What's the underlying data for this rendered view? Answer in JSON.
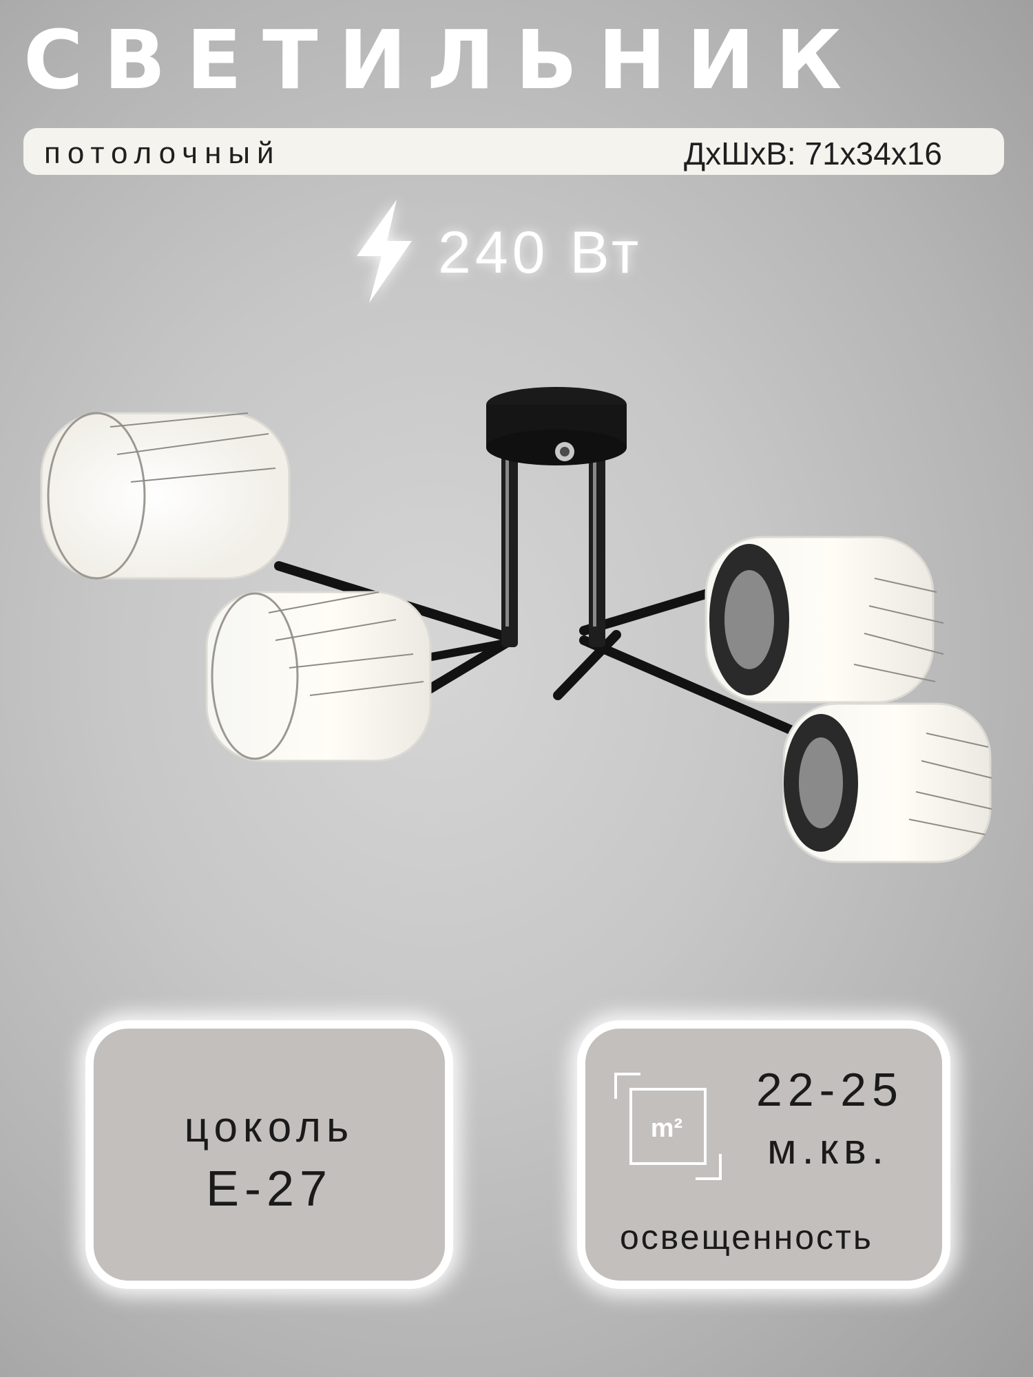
{
  "header": {
    "title": "СВЕТИЛЬНИК",
    "subtitle": "потолочный",
    "dimensions": "ДхШхВ: 71х34х16"
  },
  "power": {
    "icon": "lightning-bolt-icon",
    "value": "240 Вт"
  },
  "product_image": {
    "description_icon": "ceiling-lamp-four-shades"
  },
  "socket_card": {
    "label": "цоколь",
    "value": "Е-27"
  },
  "area_card": {
    "icon": "square-meter-icon",
    "icon_label": "m²",
    "range": "22-25",
    "unit": "м.кв.",
    "caption": "освещенность"
  },
  "colors": {
    "title_text": "#ffffff",
    "card_fill": "#c2bfbc",
    "card_border": "#ffffff",
    "subtitle_bar": "#f4f3ee"
  }
}
